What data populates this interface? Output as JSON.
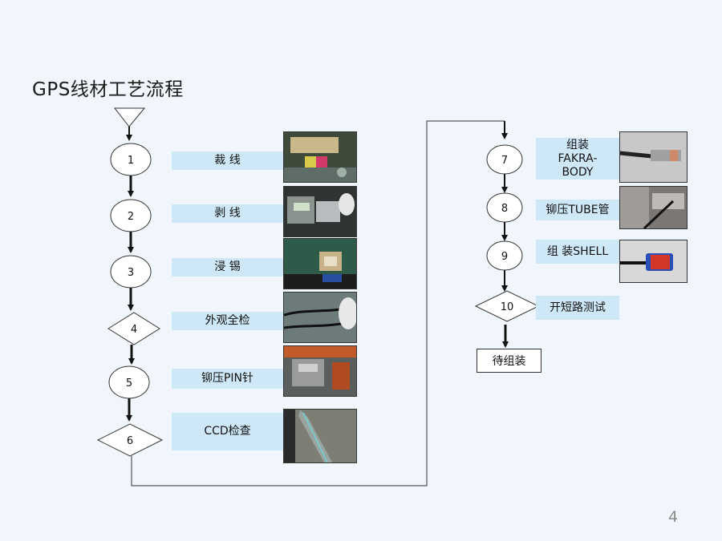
{
  "slide": {
    "title": "GPS线材工艺流程",
    "page_number": "4"
  },
  "steps": [
    {
      "num": "1",
      "label": "裁 线"
    },
    {
      "num": "2",
      "label": "剥 线"
    },
    {
      "num": "3",
      "label": "浸 锡"
    },
    {
      "num": "4",
      "label": "外观全检"
    },
    {
      "num": "5",
      "label": "铆压PIN针"
    },
    {
      "num": "6",
      "label": "CCD检查"
    },
    {
      "num": "7",
      "label": "组装\nFAKRA-\nBODY"
    },
    {
      "num": "8",
      "label": "铆压TUBE管"
    },
    {
      "num": "9",
      "label": "组 装SHELL"
    },
    {
      "num": "10",
      "label": "开短路测试"
    }
  ],
  "end_label": "待组装"
}
